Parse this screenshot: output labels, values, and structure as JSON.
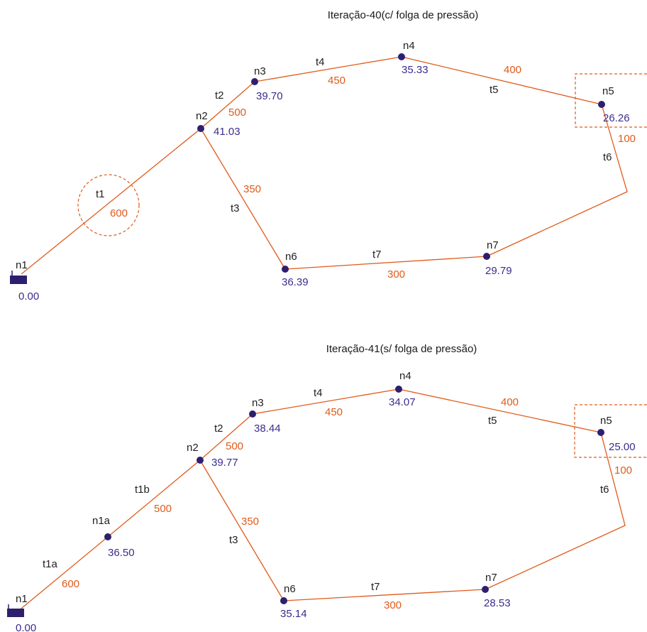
{
  "colors": {
    "pipe": "#e05a1a",
    "node": "#2e1f6e",
    "pressure": "#3a2d8c",
    "length": "#e05a1a",
    "label": "#222222"
  },
  "diagrams": [
    {
      "title": "Iteração-40(c/ folga de pressão)",
      "nodes": [
        {
          "id": "n1",
          "pressure": "0.00",
          "type": "reservoir"
        },
        {
          "id": "n2",
          "pressure": "41.03"
        },
        {
          "id": "n3",
          "pressure": "39.70"
        },
        {
          "id": "n4",
          "pressure": "35.33"
        },
        {
          "id": "n5",
          "pressure": "26.26"
        },
        {
          "id": "n6",
          "pressure": "36.39"
        },
        {
          "id": "n7",
          "pressure": "29.79"
        }
      ],
      "pipes": [
        {
          "id": "t1",
          "length": "600"
        },
        {
          "id": "t2",
          "length": "500"
        },
        {
          "id": "t3",
          "length": "350"
        },
        {
          "id": "t4",
          "length": "450"
        },
        {
          "id": "t5",
          "length": "400"
        },
        {
          "id": "t6",
          "length": "100"
        },
        {
          "id": "t7",
          "length": "300"
        }
      ]
    },
    {
      "title": "Iteração-41(s/ folga de pressão)",
      "nodes": [
        {
          "id": "n1",
          "pressure": "0.00",
          "type": "reservoir"
        },
        {
          "id": "n1a",
          "pressure": "36.50"
        },
        {
          "id": "n2",
          "pressure": "39.77"
        },
        {
          "id": "n3",
          "pressure": "38.44"
        },
        {
          "id": "n4",
          "pressure": "34.07"
        },
        {
          "id": "n5",
          "pressure": "25.00"
        },
        {
          "id": "n6",
          "pressure": "35.14"
        },
        {
          "id": "n7",
          "pressure": "28.53"
        }
      ],
      "pipes": [
        {
          "id": "t1a",
          "length": "600"
        },
        {
          "id": "t1b",
          "length": "500"
        },
        {
          "id": "t2",
          "length": "500"
        },
        {
          "id": "t3",
          "length": "350"
        },
        {
          "id": "t4",
          "length": "450"
        },
        {
          "id": "t5",
          "length": "400"
        },
        {
          "id": "t6",
          "length": "100"
        },
        {
          "id": "t7",
          "length": "300"
        }
      ]
    }
  ]
}
